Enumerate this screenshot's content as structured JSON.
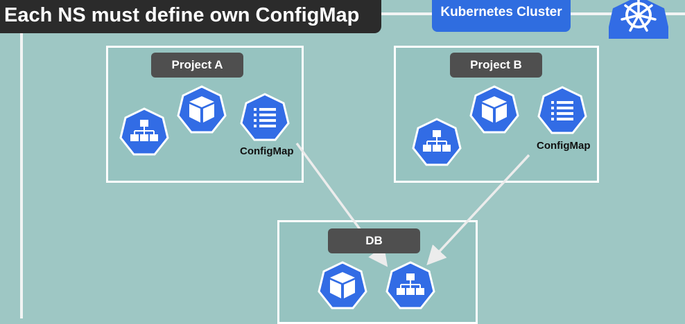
{
  "banner": {
    "title": "Each NS must define own ConfigMap"
  },
  "cluster": {
    "label": "Kubernetes Cluster"
  },
  "namespaces": {
    "project_a": {
      "label": "Project A",
      "configmap_label": "ConfigMap"
    },
    "project_b": {
      "label": "Project B",
      "configmap_label": "ConfigMap"
    },
    "db": {
      "label": "DB"
    }
  },
  "icons": {
    "a_service": "service-icon",
    "a_pod": "pod-icon",
    "a_configmap": "configmap-icon",
    "b_service": "service-icon",
    "b_pod": "pod-icon",
    "b_configmap": "configmap-icon",
    "db_pod": "pod-icon",
    "db_service": "service-icon",
    "cluster_logo": "kubernetes-helm-icon"
  },
  "colors": {
    "background": "#9ec7c4",
    "k8s_blue": "#326ce5",
    "label_gray": "#4f4f4f",
    "banner": "#2b2b2b"
  }
}
